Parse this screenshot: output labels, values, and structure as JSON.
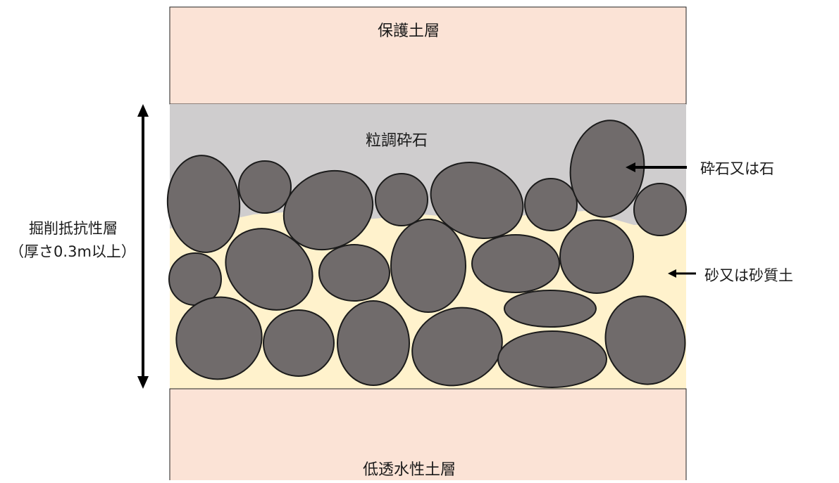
{
  "layers": {
    "protective_soil": "保護土層",
    "graded_crushed_stone": "粒調砕石",
    "low_permeability_soil": "低透水性土層"
  },
  "annotations": {
    "crushed_stone": "砕石又は石",
    "sand": "砂又は砂質土",
    "resistance_layer_line1": "掘削抵抗性層",
    "resistance_layer_line2": "（厚さ0.3m以上）"
  },
  "colors": {
    "soil_layer": "#fbe3d6",
    "crushed_stone_layer": "#cfcdce",
    "sand_fill": "#fff2cc",
    "stone": "#706b6b",
    "outline": "#1b1b1b"
  }
}
